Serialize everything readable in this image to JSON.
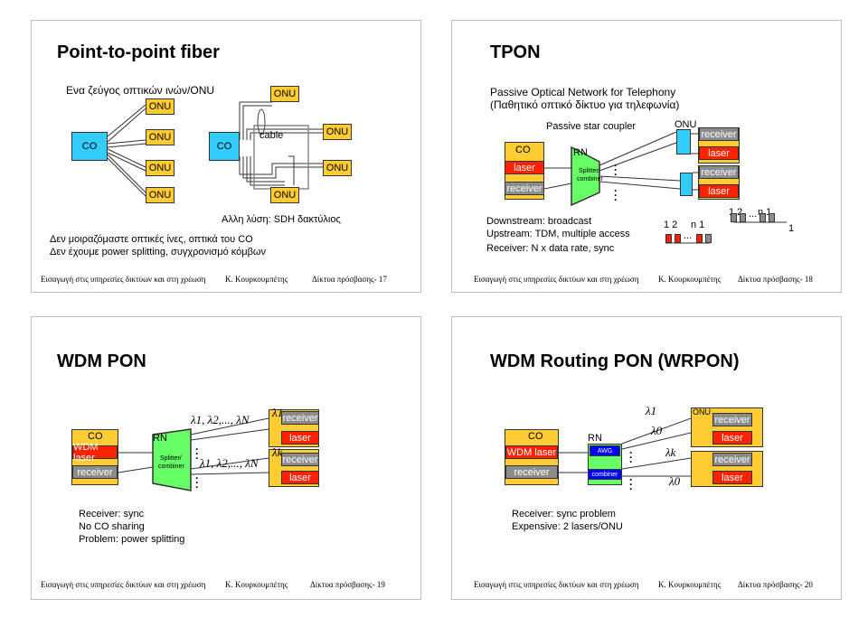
{
  "footer": {
    "course": "Εισαγωγή στις υπηρεσίες δικτύων και στη χρέωση",
    "author": "Κ. Κουρκουμπέτης"
  },
  "s17": {
    "title": "Point-to-point fiber",
    "pair_label": "Ενα ζεύγος οπτικών ινών/ONU",
    "co": "CO",
    "onu": "ONU",
    "cable": "cable",
    "alt_solution": "Αλλη λύση: SDH δακτύλιος",
    "note1": "Δεν μοιραζόμαστε οπτικές ίνες, οπτικά του CO",
    "note2": "Δεν έχουμε power splitting, συγχρονισμό κόμβων",
    "page": "Δίκτυα πρόσβασης- 17"
  },
  "s18": {
    "title": "TPON",
    "subtitle1": "Passive Optical Network for Telephony",
    "subtitle2": "(Παθητικό οπτικό δίκτυο για τηλεφωνία)",
    "coupler": "Passive star coupler",
    "co": "CO",
    "laser": "laser",
    "receiver": "receiver",
    "rn": "RN",
    "splitter": "Splitter/",
    "combiner": "combiner",
    "onu": "ONU",
    "downstream": "Downstream: broadcast",
    "upstream": "Upstream: TDM, multiple access",
    "receiver_note": "Receiver: N x data rate, sync",
    "t1": "1 2",
    "t2": "n 1",
    "t3": "1 2",
    "t4": "n 1",
    "t5": "1",
    "page": "Δίκτυα πρόσβασης- 18"
  },
  "s19": {
    "title": "WDM PON",
    "co": "CO",
    "wdm_laser": "WDM laser",
    "receiver": "receiver",
    "rn": "RN",
    "splitter": "Splitter/",
    "combiner": "combiner",
    "laser": "laser",
    "lambda_list": "λ1, λ2,..., λN",
    "lambda1": "λ1",
    "lambdak": "λk",
    "note1": "Receiver: sync",
    "note2": "No CO sharing",
    "note3": "Problem: power splitting",
    "page": "Δίκτυα πρόσβασης- 19"
  },
  "s20": {
    "title": "WDM Routing PON (WRPON)",
    "co": "CO",
    "wdm_laser": "WDM laser",
    "receiver": "receiver",
    "rn": "RN",
    "awg": "AWG",
    "combiner": "combiner",
    "onu": "ONU",
    "laser": "laser",
    "lambda1": "λ1",
    "lambda0": "λ0",
    "lambdak": "λk",
    "note1": "Receiver: sync problem",
    "note2": "Expensive: 2 lasers/ONU",
    "page": "Δίκτυα πρόσβασης- 20"
  }
}
